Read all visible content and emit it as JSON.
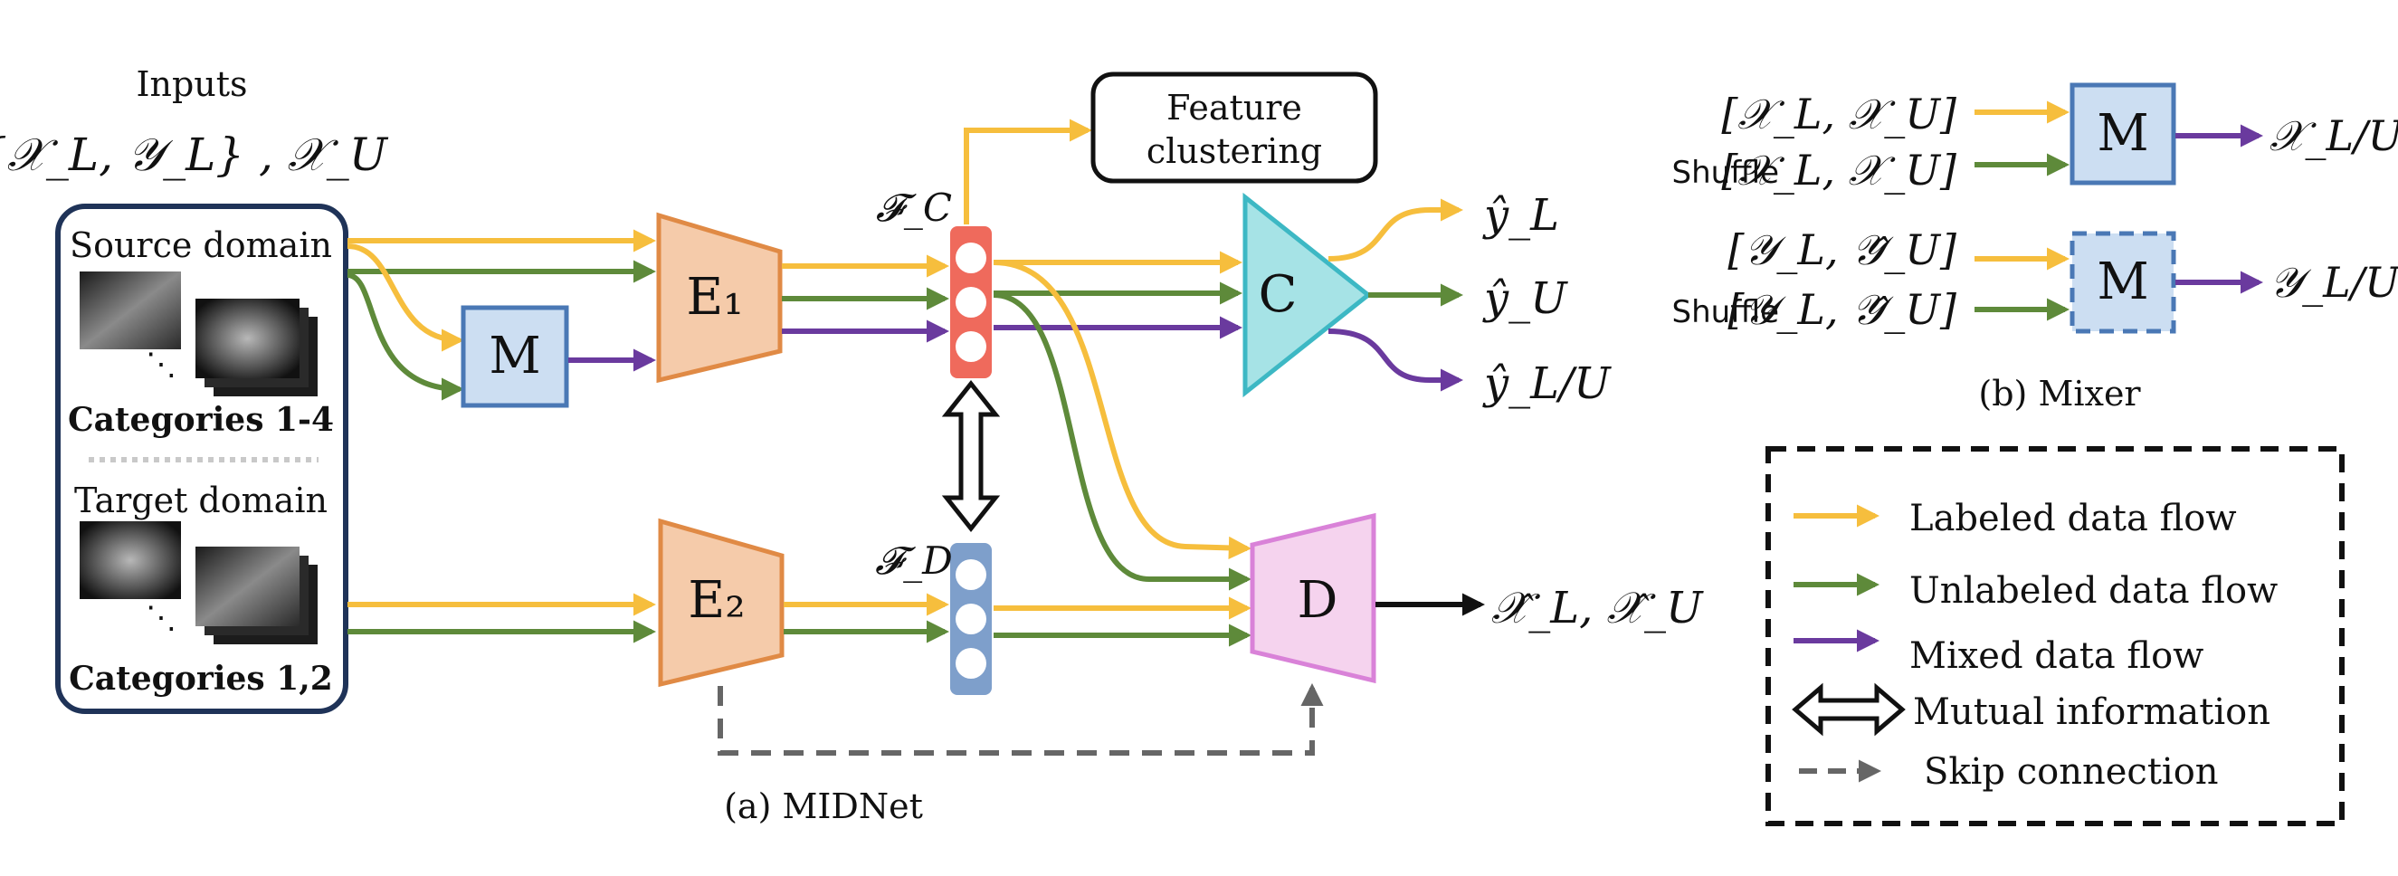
{
  "colors": {
    "labeled": "#F6BE3D",
    "unlabeled": "#5E8A3A",
    "mixed": "#6A3A9E",
    "frame": "#1F3358",
    "encoder_fill": "#F5CBAA",
    "encoder_stroke": "#E08A45",
    "mixer_fill": "#CCDEF2",
    "mixer_stroke": "#4A78B5",
    "classifier_fill": "#A6E3E6",
    "classifier_stroke": "#3DB8C4",
    "decoder_fill": "#F5D3EE",
    "decoder_stroke": "#D982D8",
    "fc_fill": "#EF6A5C",
    "fd_fill": "#7E9FCB",
    "skip": "#666666"
  },
  "icons": [
    "thumbnail-image-icon",
    "double-arrow-icon",
    "dashed-arrow-icon"
  ],
  "panel_a": {
    "inputs_title": "Inputs",
    "inputs_formula": "{𝒳_L, 𝒴_L} , 𝒳_U",
    "source_domain": "Source domain",
    "source_categories": "Categories 1-4",
    "target_domain": "Target domain",
    "target_categories": "Categories 1,2",
    "ellipsis": "⋱",
    "mixer_label": "M",
    "e1_label": "E₁",
    "e2_label": "E₂",
    "fc_label": "𝓕_C",
    "fd_label": "𝓕_D",
    "classifier_label": "C",
    "decoder_label": "D",
    "feature_clustering_line1": "Feature",
    "feature_clustering_line2": "clustering",
    "out_yl": "ŷ_L",
    "out_yu": "ŷ_U",
    "out_ylu": "ŷ_L/U",
    "out_x": "𝒳̂_L, 𝒳̂_U",
    "caption": "(a) MIDNet"
  },
  "panel_b": {
    "row1_input1": "[𝒳_L, 𝒳_U]",
    "row1_shuffle": "Shuffle",
    "row1_input2": "[𝒳_L, 𝒳_U]",
    "row1_mixer": "M",
    "row1_output": "𝒳_L/U",
    "row2_input1": "[𝒴_L, 𝒴̂_U]",
    "row2_shuffle": "Shuffle",
    "row2_input2": "[𝒴_L, 𝒴̂_U]",
    "row2_mixer": "M",
    "row2_output": "𝒴_L/U",
    "caption": "(b) Mixer"
  },
  "legend": {
    "labeled": "Labeled data flow",
    "unlabeled": "Unlabeled data flow",
    "mixed": "Mixed data flow",
    "mutual": "Mutual information",
    "skip": "Skip connection"
  }
}
